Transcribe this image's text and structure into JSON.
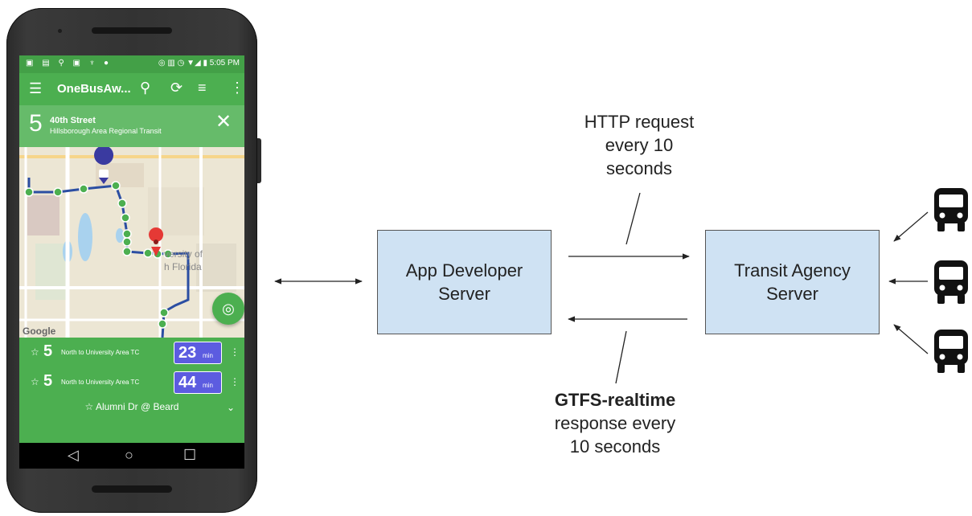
{
  "phone": {
    "status_time": "5:05 PM",
    "status_icons_left": "▣ ▤ ⚲ ▣ ♆ ●",
    "status_icons_right": "◎ ▥ ◷ ▼◢",
    "app_title": "OneBusAw...",
    "route": {
      "number": "5",
      "street": "40th Street",
      "agency": "Hillsborough Area Regional Transit"
    },
    "map": {
      "label_university": "versity of",
      "label_florida": "h Florida",
      "google": "Google"
    },
    "arrivals": [
      {
        "route": "5",
        "destination": "North to University Area TC",
        "minutes": "23",
        "unit": "min"
      },
      {
        "route": "5",
        "destination": "North to University Area TC",
        "minutes": "44",
        "unit": "min"
      }
    ],
    "stop": "Alumni Dr @ Beard"
  },
  "diagram": {
    "app_server": [
      "App Developer",
      "Server"
    ],
    "agency_server": [
      "Transit Agency",
      "Server"
    ],
    "request_label": [
      "HTTP request",
      "every 10",
      "seconds"
    ],
    "response_bold": "GTFS-realtime",
    "response_label": [
      "response every",
      "10 seconds"
    ]
  }
}
